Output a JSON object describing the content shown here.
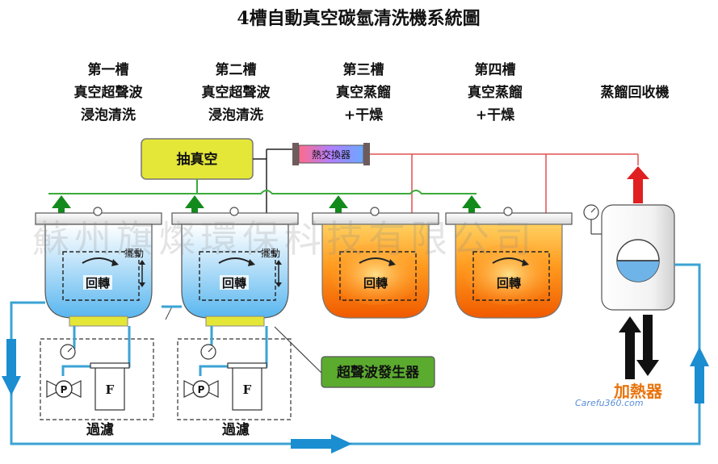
{
  "title": "4槽自動真空碳氫清洗機系統圖",
  "tanks": [
    {
      "lines": [
        "第一槽",
        "真空超聲波",
        "浸泡清洗"
      ]
    },
    {
      "lines": [
        "第二槽",
        "真空超聲波",
        "浸泡清洗"
      ]
    },
    {
      "lines": [
        "第三槽",
        "真空蒸餾",
        "+干燥"
      ]
    },
    {
      "lines": [
        "第四槽",
        "真空蒸餾",
        "+干燥"
      ]
    }
  ],
  "recovery_label": "蒸餾回收機",
  "vacuum_label": "抽真空",
  "heat_exchanger_label": "熱交換器",
  "ultrasonic_label": "超聲波發生器",
  "rotate_label": "回轉",
  "swing_label": "擺動",
  "filter_label": "過濾",
  "filter_letter": "F",
  "pump_letter": "P",
  "heater_label": "加熱器",
  "watermark": "蘇州旗燦環保科技有限公司",
  "watermark_site": "Carefu360.com",
  "colors": {
    "pipe_blue": "#3ba3d4",
    "pipe_green": "#3caa3c",
    "pipe_red": "#e05050",
    "arrow_green": "#138a1c",
    "arrow_red": "#e02020",
    "box_yellow": "#e4e638",
    "box_green": "#5bab2f"
  }
}
